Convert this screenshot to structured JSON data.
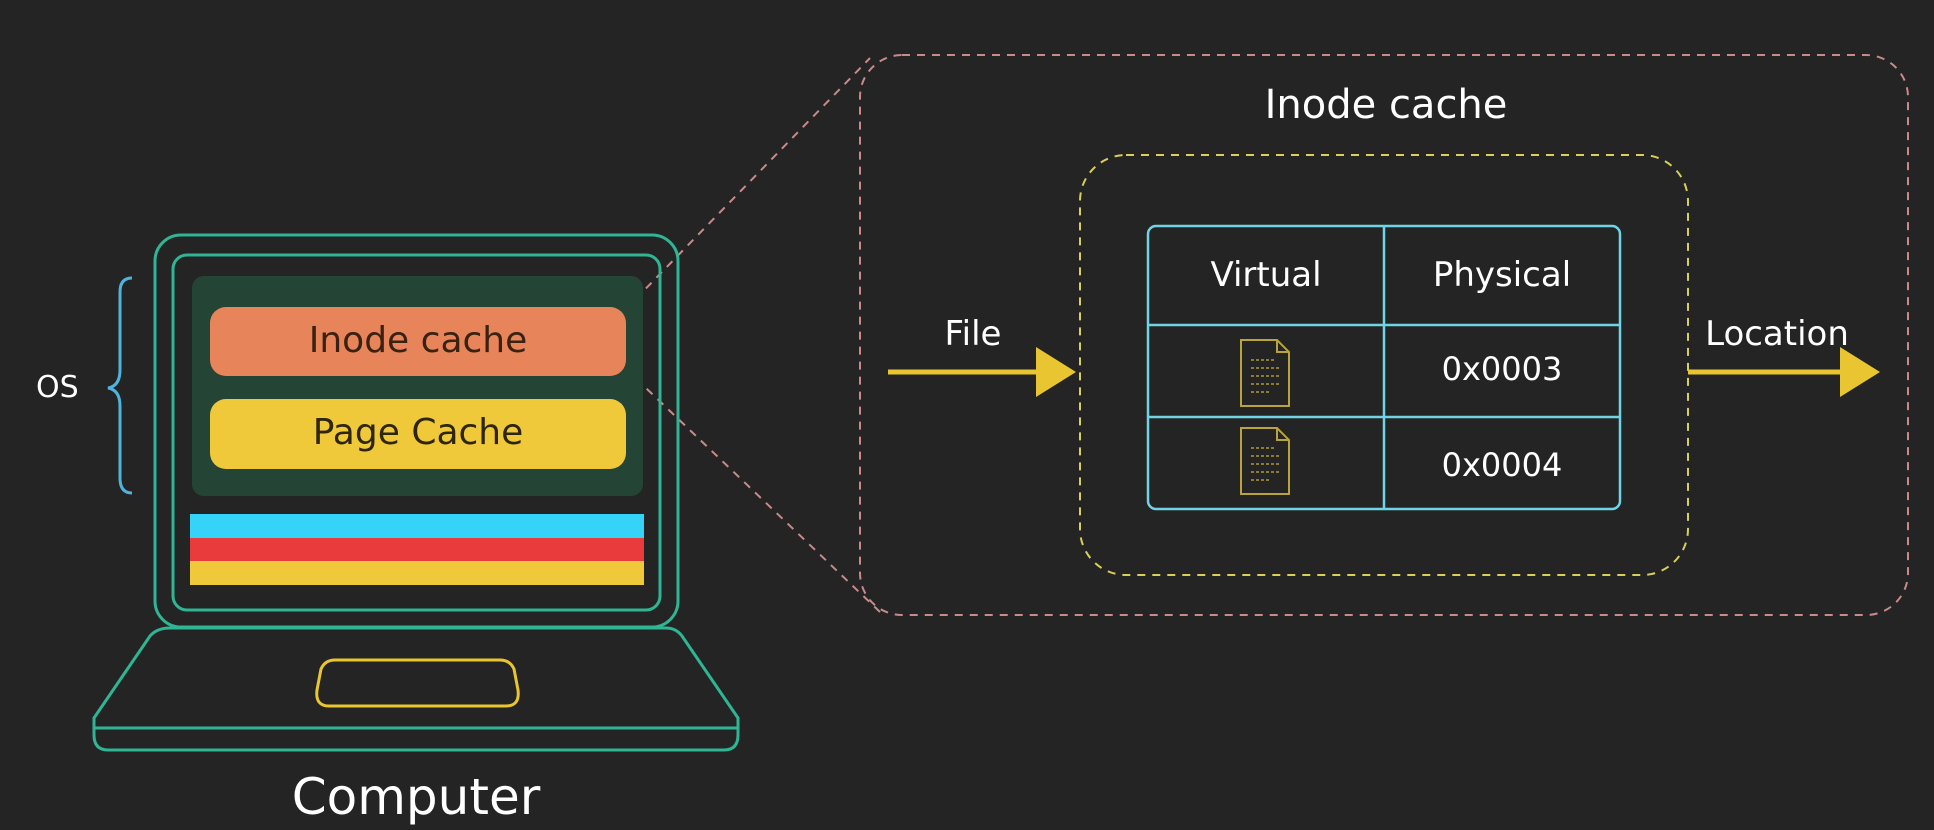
{
  "computer": {
    "label": "Computer",
    "os_label": "OS",
    "inode_cache_label": "Inode cache",
    "page_cache_label": "Page Cache"
  },
  "zoom_panel": {
    "title": "Inode cache",
    "input_label": "File",
    "output_label": "Location",
    "table": {
      "headers": [
        "Virtual",
        "Physical"
      ],
      "rows": [
        {
          "virtual_icon": "document-icon",
          "physical": "0x0003"
        },
        {
          "virtual_icon": "document-icon",
          "physical": "0x0004"
        }
      ]
    }
  },
  "colors": {
    "background": "#242424",
    "laptop_outline": "#2fb594",
    "screen_panel": "#244535",
    "inode_cache_block": "#e8845a",
    "page_cache_block": "#f0c93a",
    "stripe_blue": "#35d3f7",
    "stripe_red": "#e93b3b",
    "stripe_yellow": "#f0c93a",
    "os_bracket": "#4fb3db",
    "zoom_border": "#c98a8a",
    "inner_border": "#d9cf5a",
    "table_border": "#6fd5e6",
    "arrow": "#e8c531",
    "doc_icon": "#b8a43a"
  }
}
